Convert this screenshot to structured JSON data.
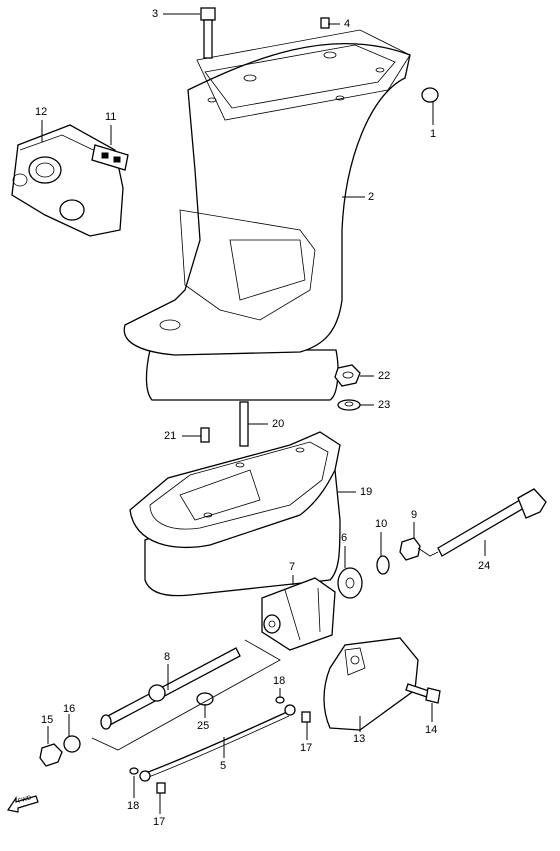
{
  "callouts": [
    {
      "num": "1"
    },
    {
      "num": "2"
    },
    {
      "num": "3"
    },
    {
      "num": "4"
    },
    {
      "num": "5"
    },
    {
      "num": "6"
    },
    {
      "num": "7"
    },
    {
      "num": "8"
    },
    {
      "num": "9"
    },
    {
      "num": "10"
    },
    {
      "num": "11"
    },
    {
      "num": "12"
    },
    {
      "num": "13"
    },
    {
      "num": "14"
    },
    {
      "num": "15"
    },
    {
      "num": "16"
    },
    {
      "num": "17"
    },
    {
      "num": "17"
    },
    {
      "num": "18"
    },
    {
      "num": "18"
    },
    {
      "num": "19"
    },
    {
      "num": "20"
    },
    {
      "num": "21"
    },
    {
      "num": "22"
    },
    {
      "num": "23"
    },
    {
      "num": "24"
    },
    {
      "num": "25"
    }
  ],
  "fwd_marker": {
    "text": "FWD"
  }
}
